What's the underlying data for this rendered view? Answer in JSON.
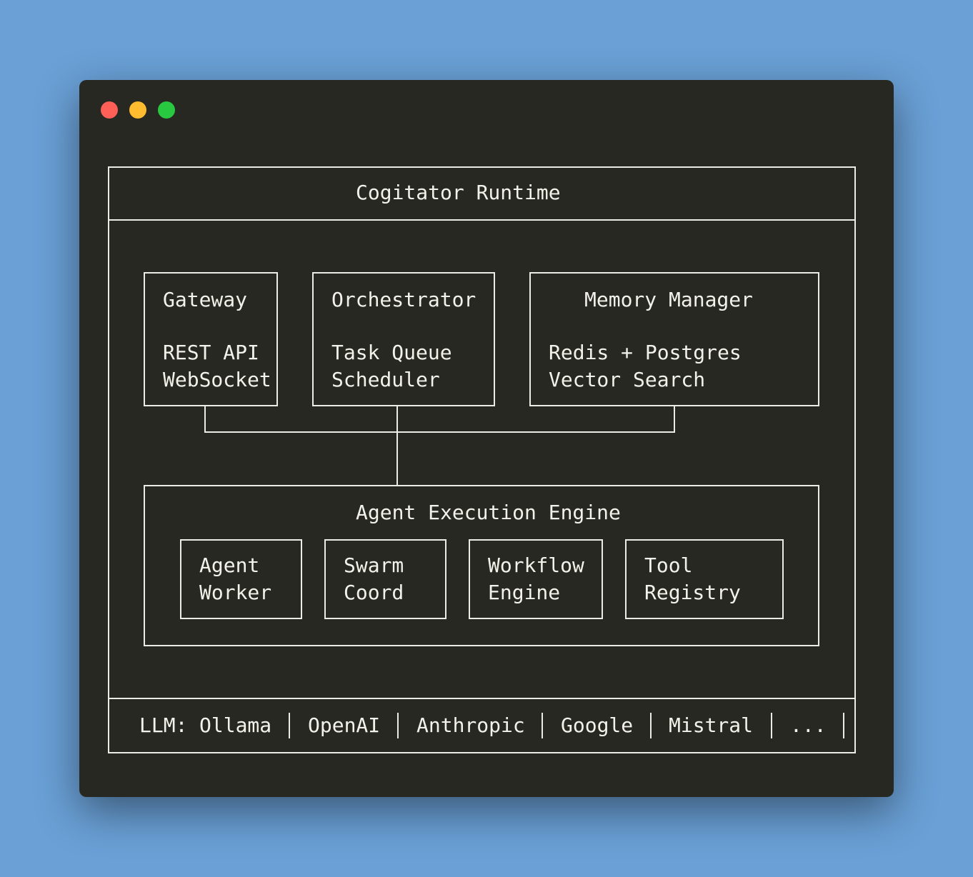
{
  "window": {
    "controls": [
      "close",
      "minimize",
      "maximize"
    ],
    "colors": {
      "close": "#fe5f57",
      "minimize": "#febc2e",
      "maximize": "#28c840",
      "background": "#282823",
      "foreground": "#f2f2ea"
    }
  },
  "runtime": {
    "title": "Cogitator Runtime",
    "gateway": {
      "title": "Gateway",
      "lines": [
        "REST API",
        "WebSocket"
      ]
    },
    "orchestrator": {
      "title": "Orchestrator",
      "lines": [
        "Task Queue",
        "Scheduler"
      ]
    },
    "memory": {
      "title": "Memory Manager",
      "lines": [
        "Redis + Postgres",
        "Vector Search"
      ]
    },
    "engine": {
      "title": "Agent Execution Engine",
      "components": [
        {
          "lines": [
            "Agent",
            "Worker"
          ]
        },
        {
          "lines": [
            "Swarm",
            "Coord"
          ]
        },
        {
          "lines": [
            "Workflow",
            "Engine"
          ]
        },
        {
          "lines": [
            "Tool",
            "Registry"
          ]
        }
      ]
    },
    "llm": {
      "label": "LLM:",
      "providers": [
        "Ollama",
        "OpenAI",
        "Anthropic",
        "Google",
        "Mistral",
        "..."
      ]
    }
  }
}
